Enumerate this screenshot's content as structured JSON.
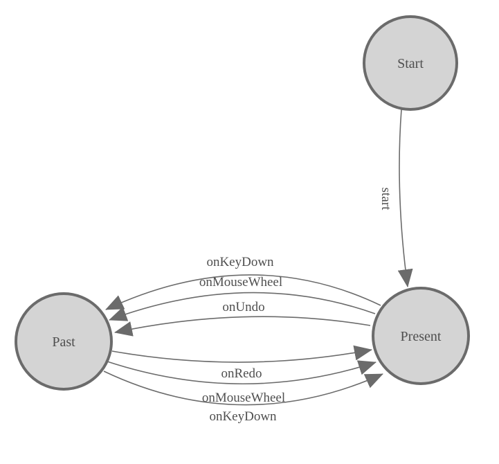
{
  "diagram": {
    "nodes": {
      "start": {
        "label": "Start"
      },
      "present": {
        "label": "Present"
      },
      "past": {
        "label": "Past"
      }
    },
    "edges": {
      "start_transition": {
        "label": "start"
      },
      "present_to_past": [
        {
          "label": "onKeyDown"
        },
        {
          "label": "onMouseWheel"
        },
        {
          "label": "onUndo"
        }
      ],
      "past_to_present": [
        {
          "label": "onRedo"
        },
        {
          "label": "onMouseWheel"
        },
        {
          "label": "onKeyDown"
        }
      ]
    },
    "colors": {
      "background": "#ffffff",
      "node_fill": "#d4d4d4",
      "node_stroke": "#6b6b6b",
      "edge_stroke": "#6b6b6b",
      "label_text": "#4f4f4f"
    }
  }
}
